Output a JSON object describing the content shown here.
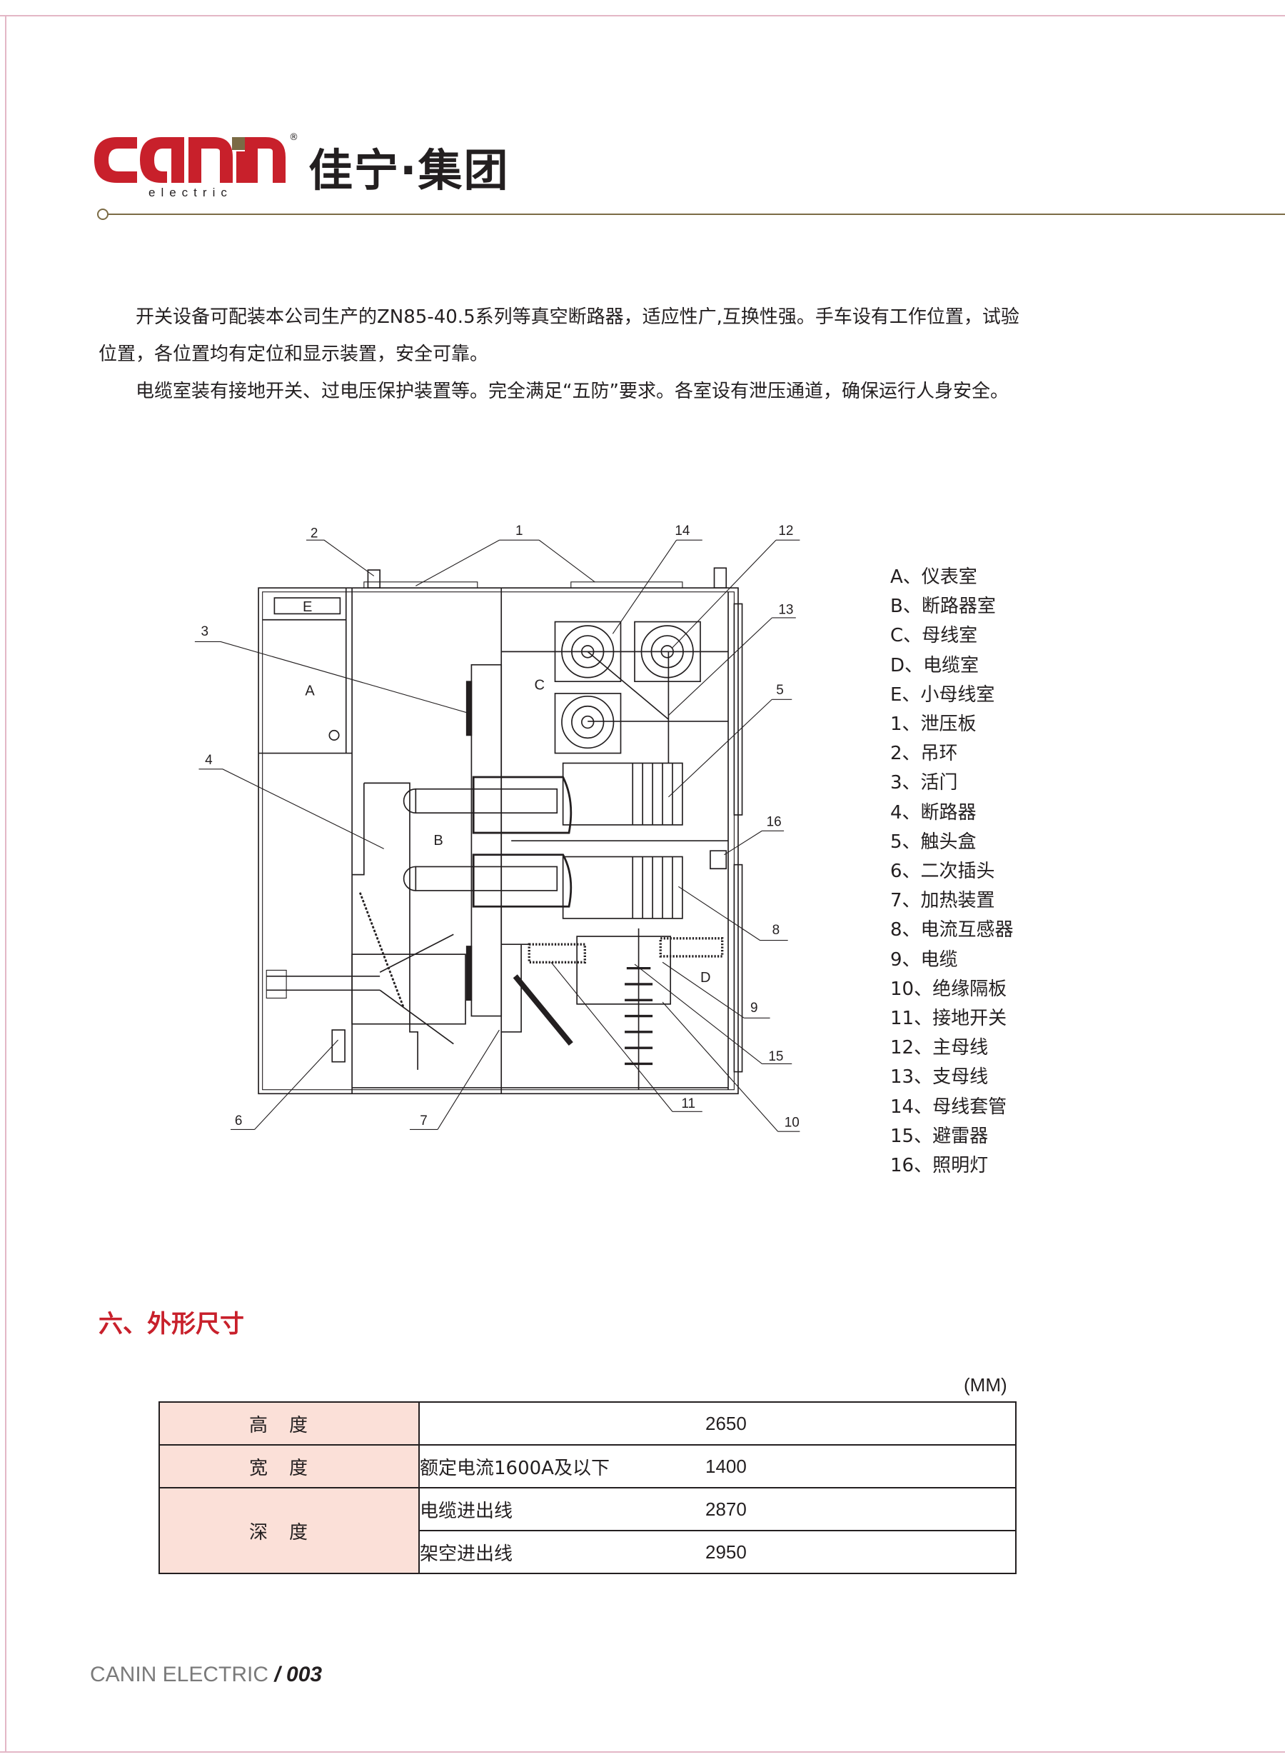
{
  "header": {
    "logo_text": "canin",
    "logo_sub": "electric",
    "registered": "®",
    "company_cn": "佳宁·集团"
  },
  "intro": {
    "p1": "开关设备可配装本公司生产的ZN85-40.5系列等真空断路器，适应性广,互换性强。手车设有工作位置，试验",
    "p1b": "位置，各位置均有定位和显示装置，安全可靠。",
    "p2": "电缆室装有接地开关、过电压保护装置等。完全满足“五防”要求。各室设有泄压通道，确保运行人身安全。"
  },
  "diagram": {
    "compartment_labels": {
      "A": "A",
      "B": "B",
      "C": "C",
      "D": "D",
      "E": "E"
    },
    "callouts": [
      "1",
      "2",
      "3",
      "4",
      "5",
      "6",
      "7",
      "8",
      "9",
      "10",
      "11",
      "12",
      "13",
      "14",
      "15",
      "16"
    ]
  },
  "legend": [
    "A、仪表室",
    "B、断路器室",
    "C、母线室",
    "D、电缆室",
    "E、小母线室",
    "1、泄压板",
    "2、吊环",
    "3、活门",
    "4、断路器",
    "5、触头盒",
    "6、二次插头",
    "7、加热装置",
    "8、电流互感器",
    "9、电缆",
    "10、绝缘隔板",
    "11、接地开关",
    "12、主母线",
    "13、支母线",
    "14、母线套管",
    "15、避雷器",
    "16、照明灯"
  ],
  "section": {
    "title": "六、外形尺寸",
    "unit": "(MM)"
  },
  "table": {
    "height_label": "高度",
    "height_value": "2650",
    "width_label": "宽度",
    "width_desc": "额定电流1600A及以下",
    "width_value": "1400",
    "depth_label": "深度",
    "depth_rows": [
      {
        "desc": "电缆进出线",
        "value": "2870"
      },
      {
        "desc": "架空进出线",
        "value": "2950"
      }
    ]
  },
  "footer": {
    "brand": "CANIN ELECTRIC",
    "page": "/ 003"
  },
  "colors": {
    "brand_red": "#c8202b",
    "rule": "#7b6b45",
    "table_head": "#fbe0d8",
    "border": "#e3b7c6"
  }
}
